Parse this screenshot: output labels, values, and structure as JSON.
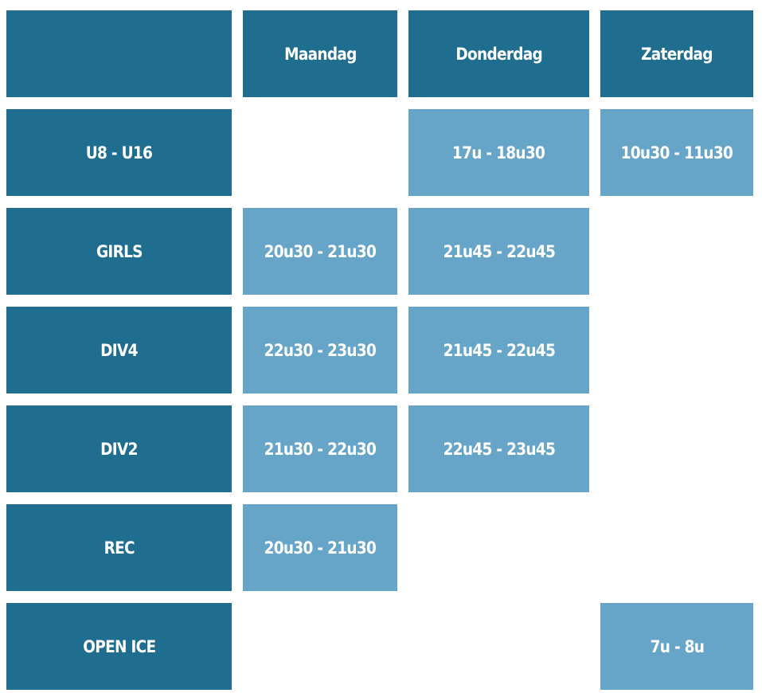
{
  "headers": {
    "corner": "",
    "days": [
      "Maandag",
      "Donderdag",
      "Zaterdag"
    ]
  },
  "rows": [
    {
      "label": "U8 - U16",
      "maandag": "",
      "donderdag": "17u - 18u30",
      "zaterdag": "10u30 - 11u30"
    },
    {
      "label": "GIRLS",
      "maandag": "20u30 - 21u30",
      "donderdag": "21u45 - 22u45",
      "zaterdag": ""
    },
    {
      "label": "DIV4",
      "maandag": "22u30 - 23u30",
      "donderdag": "21u45 - 22u45",
      "zaterdag": ""
    },
    {
      "label": "DIV2",
      "maandag": "21u30 - 22u30",
      "donderdag": "22u45 - 23u45",
      "zaterdag": ""
    },
    {
      "label": "REC",
      "maandag": "20u30 - 21u30",
      "donderdag": "",
      "zaterdag": ""
    },
    {
      "label": "OPEN ICE",
      "maandag": "",
      "donderdag": "",
      "zaterdag": "7u - 8u"
    }
  ],
  "colors": {
    "header_bg": "#1f6d8f",
    "slot_bg": "#66a5c7",
    "text": "#ffffff"
  }
}
